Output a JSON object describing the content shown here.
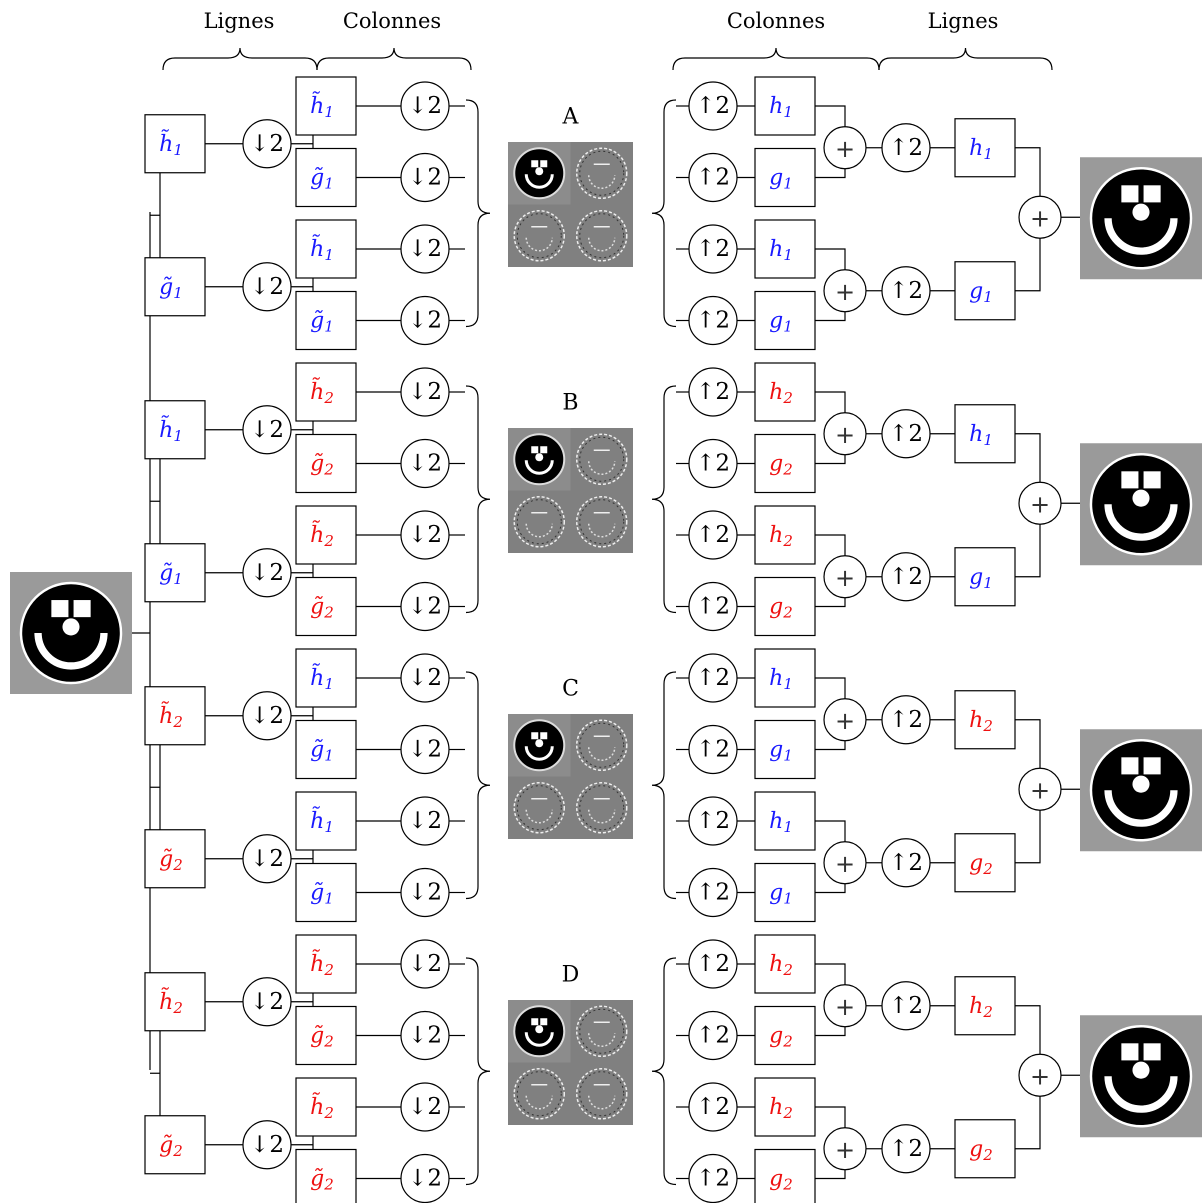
{
  "headers": {
    "analysis_lines": "Lignes",
    "analysis_columns": "Colonnes",
    "synthesis_columns": "Colonnes",
    "synthesis_lines": "Lignes"
  },
  "operators": {
    "down": "↓2",
    "up": "↑2",
    "plus": "+"
  },
  "colors": {
    "filter_set_1": "#1a1aff",
    "filter_set_2": "#ee1111",
    "image_background": "#9a9a9a",
    "coefficient_background": "#808080"
  },
  "filters": {
    "analysis_lowpass": "h̃",
    "analysis_highpass": "g̃",
    "synthesis_lowpass": "h",
    "synthesis_highpass": "g"
  },
  "images": {
    "input": "smiley-face-image",
    "output": "reconstructed-smiley-image"
  },
  "branches": [
    {
      "label": "A",
      "row_set": "1",
      "col_set": "1"
    },
    {
      "label": "B",
      "row_set": "1",
      "col_set": "2"
    },
    {
      "label": "C",
      "row_set": "2",
      "col_set": "1"
    },
    {
      "label": "D",
      "row_set": "2",
      "col_set": "2"
    }
  ]
}
